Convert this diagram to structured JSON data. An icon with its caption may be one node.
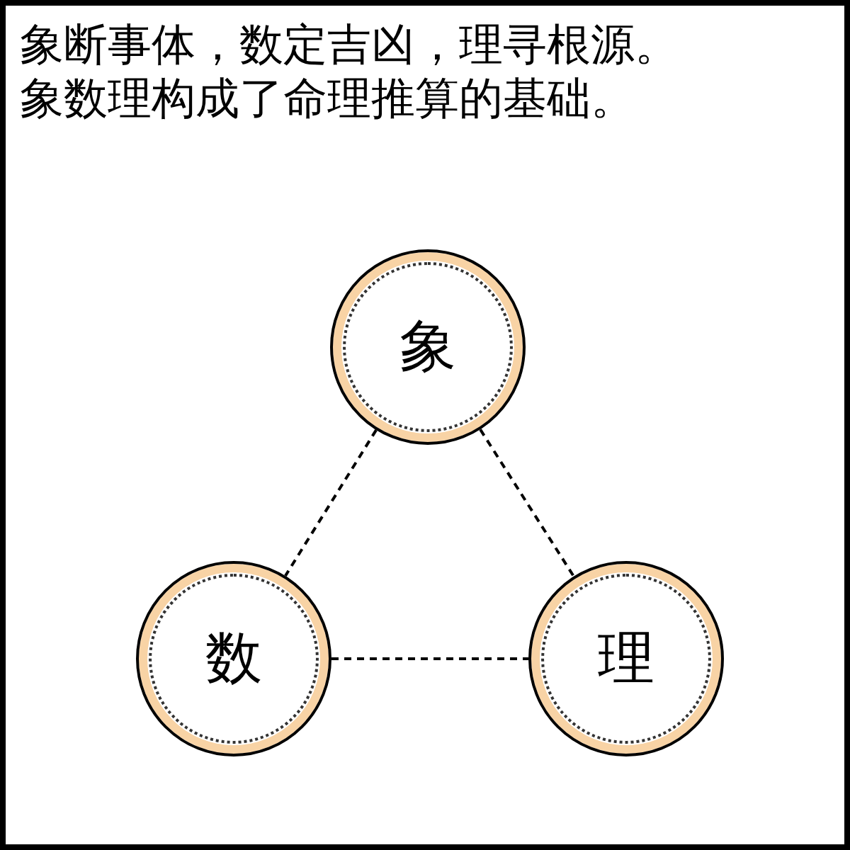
{
  "diagram": {
    "nodes": [
      {
        "text": [
          "象"
        ]
      },
      {
        "text": [
          "数"
        ]
      },
      {
        "text": [
          "理"
        ]
      }
    ],
    "edges": [
      {
        "from": 0,
        "to": 1,
        "arrow": "none",
        "style": "dashed"
      },
      {
        "from": 0,
        "to": 2,
        "arrow": "none",
        "style": "dashed"
      },
      {
        "from": 1,
        "to": 2,
        "arrow": "none",
        "style": "dashed"
      }
    ],
    "labels": [
      "象断事体，数定吉凶，理寻根源。",
      "象数理构成了命理推算的基础。"
    ]
  }
}
